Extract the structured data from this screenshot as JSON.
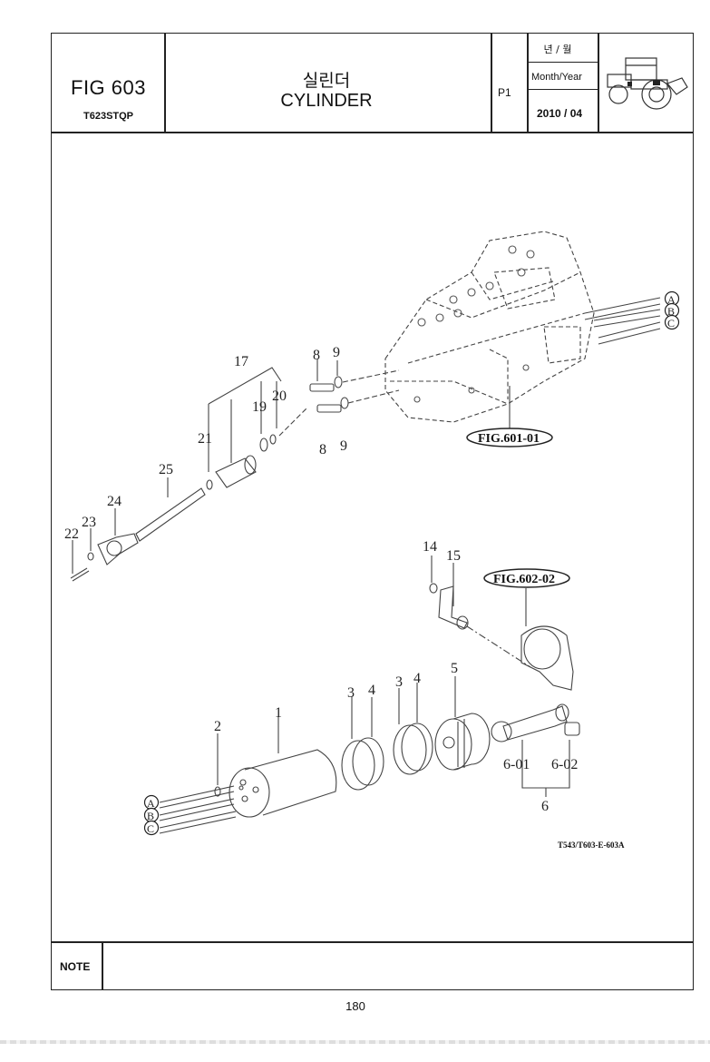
{
  "header": {
    "fig_number": "FIG 603",
    "model": "T623STQP",
    "title_korean": "실린더",
    "title_english": "CYLINDER",
    "page_code": "P1",
    "date_label_korean": "년 / 월",
    "date_label_english": "Month/Year",
    "date_value": "2010 / 04",
    "thumbnail_icon": "tractor-icon"
  },
  "diagram": {
    "callouts": {
      "c1": "1",
      "c2": "2",
      "c3a": "3",
      "c3b": "3",
      "c4a": "4",
      "c4b": "4",
      "c5": "5",
      "c6": "6",
      "c601": "6-01",
      "c602": "6-02",
      "c8a": "8",
      "c8b": "8",
      "c9a": "9",
      "c9b": "9",
      "c14": "14",
      "c15": "15",
      "c17": "17",
      "c19": "19",
      "c20": "20",
      "c21": "21",
      "c22": "22",
      "c23": "23",
      "c24": "24",
      "c25": "25"
    },
    "refs": {
      "fig601": "FIG.601-01",
      "fig602": "FIG.602-02"
    },
    "connectors": {
      "a": "A",
      "b": "B",
      "c": "C"
    },
    "drawing_code": "T543/T603-E-603A"
  },
  "footer": {
    "note_label": "NOTE",
    "page_number": "180"
  }
}
